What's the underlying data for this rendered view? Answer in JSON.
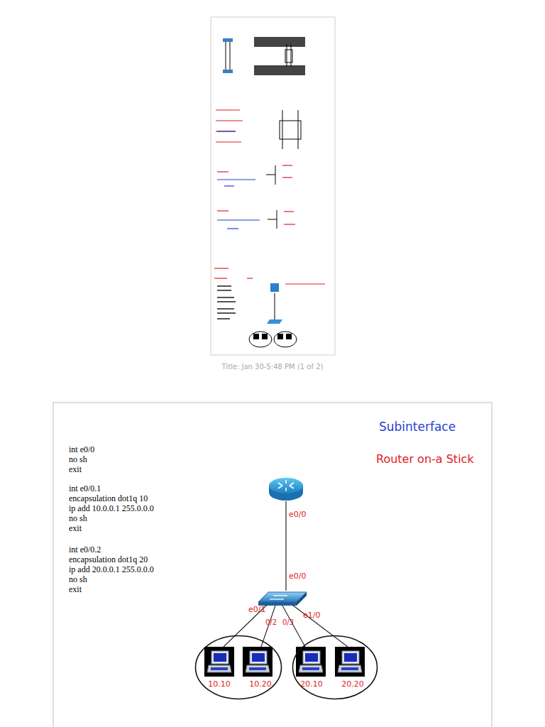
{
  "diagram": {
    "caption": "Title: Jan 30-5:48 PM (1 of 2)",
    "nodes": [
      {
        "text": [
          "10.10",
          "10.20"
        ]
      },
      {
        "text": [
          "20.10",
          "20.20"
        ]
      }
    ],
    "labels": [
      "Subinterface",
      "Router on-a Stick",
      "int e0/0",
      "no sh",
      "exit",
      "int e0/0.1",
      "encapsulation dot1q 10",
      "ip add 10.0.0.1 255.0.0.0",
      "no sh",
      "exit",
      "int e0/0.2",
      "encapsulation dot1q 20",
      "ip add 20.0.0.1 255.0.0.0",
      "no sh",
      "exit",
      "e0/0",
      "e0/0",
      "e0/1",
      "0/2",
      "0/3",
      "e1/0"
    ]
  }
}
